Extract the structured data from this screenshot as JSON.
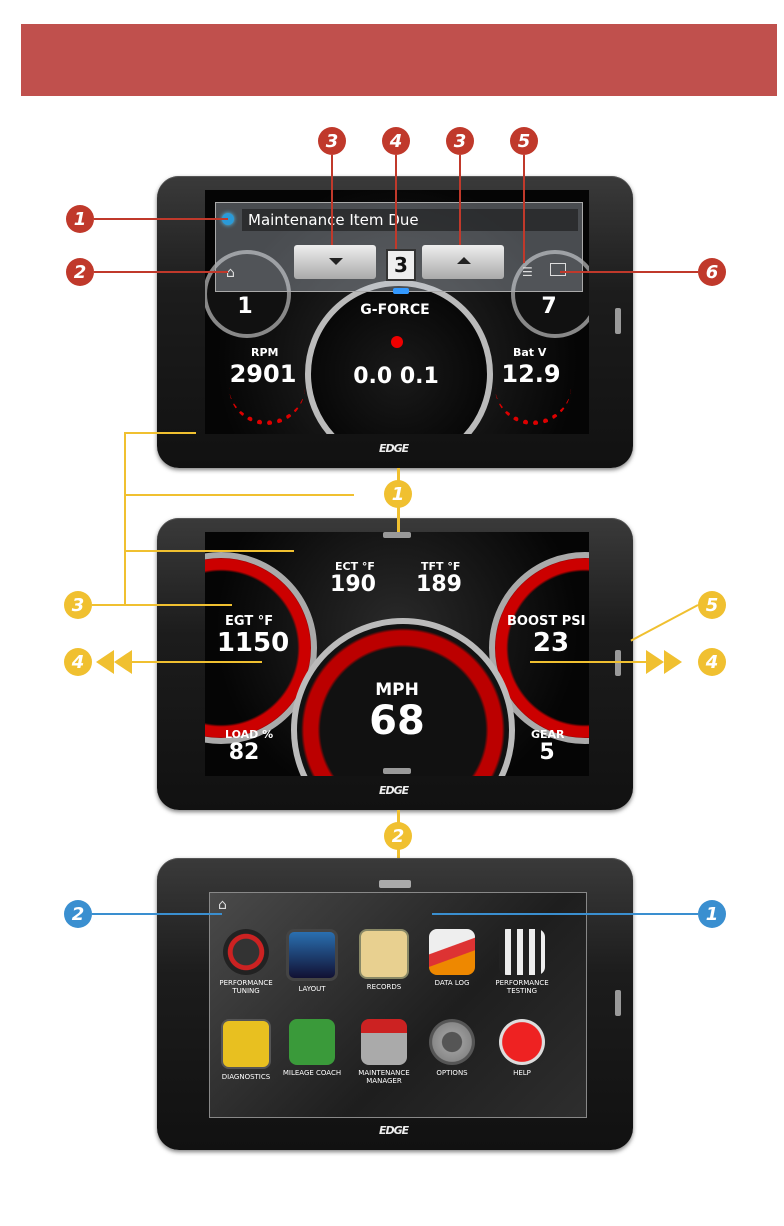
{
  "banner": {
    "color": "#c0504d"
  },
  "brand": "EDGE",
  "screen1": {
    "notification": "Maintenance Item Due",
    "page_number": "3",
    "left_gauge": "1",
    "right_gauge": "7",
    "center_label": "G-FORCE",
    "center_value": "0.0 0.1",
    "rpm_label": "RPM",
    "rpm_value": "2901",
    "batv_label": "Bat V",
    "batv_value": "12.9",
    "callouts": {
      "c1": "1",
      "c2": "2",
      "c3a": "3",
      "c4": "4",
      "c3b": "3",
      "c5": "5",
      "c6": "6"
    }
  },
  "screen2": {
    "ect_label": "ECT °F",
    "ect_value": "190",
    "tft_label": "TFT °F",
    "tft_value": "189",
    "egt_label": "EGT °F",
    "egt_value": "1150",
    "boost_label": "BOOST PSI",
    "boost_value": "23",
    "mph_label": "MPH",
    "mph_value": "68",
    "load_label": "LOAD %",
    "load_value": "82",
    "gear_label": "GEAR",
    "gear_value": "5",
    "callouts": {
      "c1": "1",
      "c2": "2",
      "c3": "3",
      "c4l": "4",
      "c4r": "4",
      "c5": "5"
    }
  },
  "screen3": {
    "icons": [
      {
        "label": "PERFORMANCE TUNING",
        "color": "#b22"
      },
      {
        "label": "LAYOUT",
        "color": "#2a6fb0"
      },
      {
        "label": "RECORDS",
        "color": "#e0c070"
      },
      {
        "label": "DATA LOG",
        "color": "#c33"
      },
      {
        "label": "PERFORMANCE TESTING",
        "color": "#444"
      },
      {
        "label": "DIAGNOSTICS",
        "color": "#e8c020"
      },
      {
        "label": "MILEAGE COACH",
        "color": "#3a9a3a"
      },
      {
        "label": "MAINTENANCE MANAGER",
        "color": "#999"
      },
      {
        "label": "OPTIONS",
        "color": "#777"
      },
      {
        "label": "HELP",
        "color": "#cc1a1a"
      }
    ],
    "callouts": {
      "c2": "2",
      "c1": "1"
    }
  }
}
